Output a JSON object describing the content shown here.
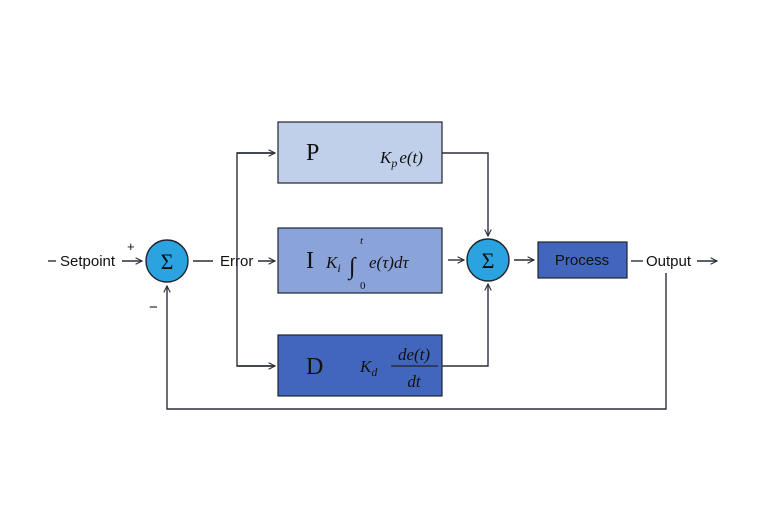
{
  "labels": {
    "setpoint": "Setpoint",
    "error": "Error",
    "output": "Output",
    "process": "Process",
    "plus": "+",
    "minus": "−"
  },
  "sum_symbol": "Σ",
  "blocks": {
    "p": {
      "letter": "P",
      "k": "K",
      "sub": "p",
      "expr": "e(t)"
    },
    "i": {
      "letter": "I",
      "k": "K",
      "sub": "i",
      "integral": "∫",
      "upper": "t",
      "lower": "0",
      "expr": "e(τ)dτ"
    },
    "d": {
      "letter": "D",
      "k": "K",
      "sub": "d",
      "num": "de(t)",
      "den": "dt"
    }
  },
  "colors": {
    "p": "#c1d0ea",
    "i": "#8aa3d9",
    "d": "#4266bb",
    "process": "#4266bb",
    "sum": "#2ba3e0"
  }
}
